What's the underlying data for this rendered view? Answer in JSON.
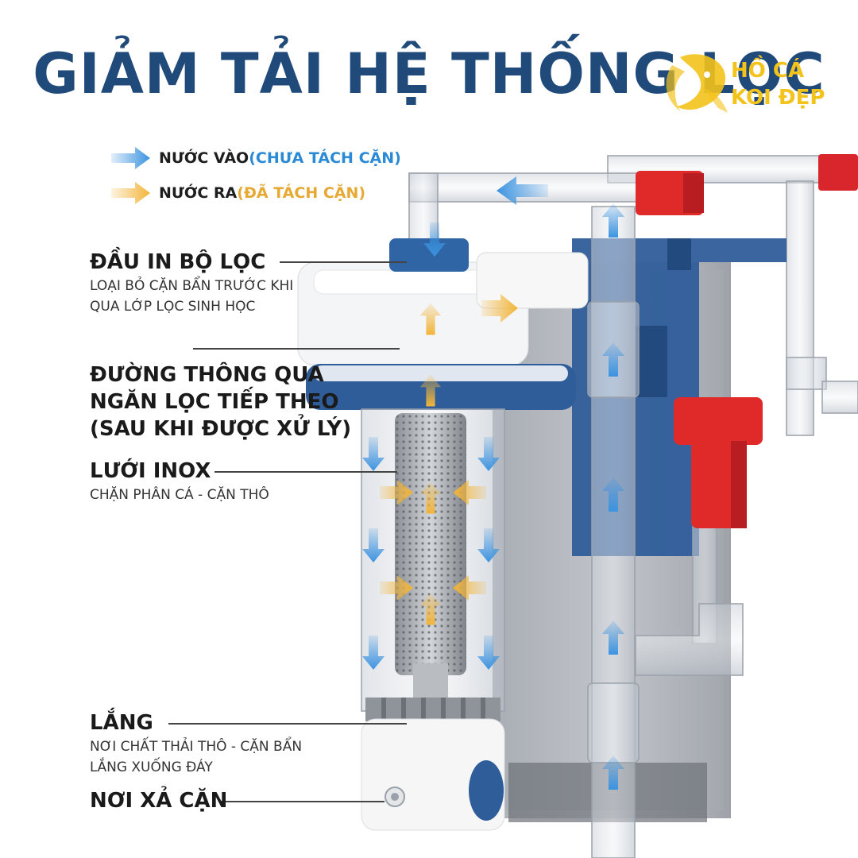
{
  "title": "GIẢM TẢI HỆ THỐNG LỌC",
  "logo": {
    "line1": "HỒ CÁ",
    "line2": "KOI ĐẸP",
    "icon": "koi-fish-icon",
    "color": "#f3c21b"
  },
  "legend": {
    "water_in": {
      "label": "NƯỚC VÀO ",
      "note": "(CHƯA TÁCH CẶN)",
      "color": "#3b93e0"
    },
    "water_out": {
      "label": "NƯỚC RA ",
      "note": "(ĐÃ TÁCH CẶN)",
      "color": "#f2b53a"
    }
  },
  "labels": [
    {
      "title": "ĐẦU IN BỘ LỌC",
      "desc": [
        "LOẠI BỎ CẶN BẨN TRƯỚC KHI",
        "QUA LỚP LỌC SINH HỌC"
      ]
    },
    {
      "title": "ĐƯỜNG THÔNG QUA",
      "title2": "NGĂN LỌC TIẾP THEO",
      "title3": "(SAU KHI ĐƯỢC XỬ LÝ)"
    },
    {
      "title": "LƯỚI INOX",
      "desc": [
        "CHẶN PHÂN CÁ - CẶN THÔ"
      ]
    },
    {
      "title": "LẮNG",
      "desc": [
        "NƠI CHẤT THẢI THÔ - CẶN BẨN",
        "LẮNG XUỐNG ĐÁY"
      ]
    },
    {
      "title": "NƠI XẢ CẶN"
    }
  ],
  "colors": {
    "title": "#1f4a7a",
    "filter_blue": "#2f5d9a",
    "pipe_red": "#e02a2a",
    "text": "#1a1a1a"
  }
}
